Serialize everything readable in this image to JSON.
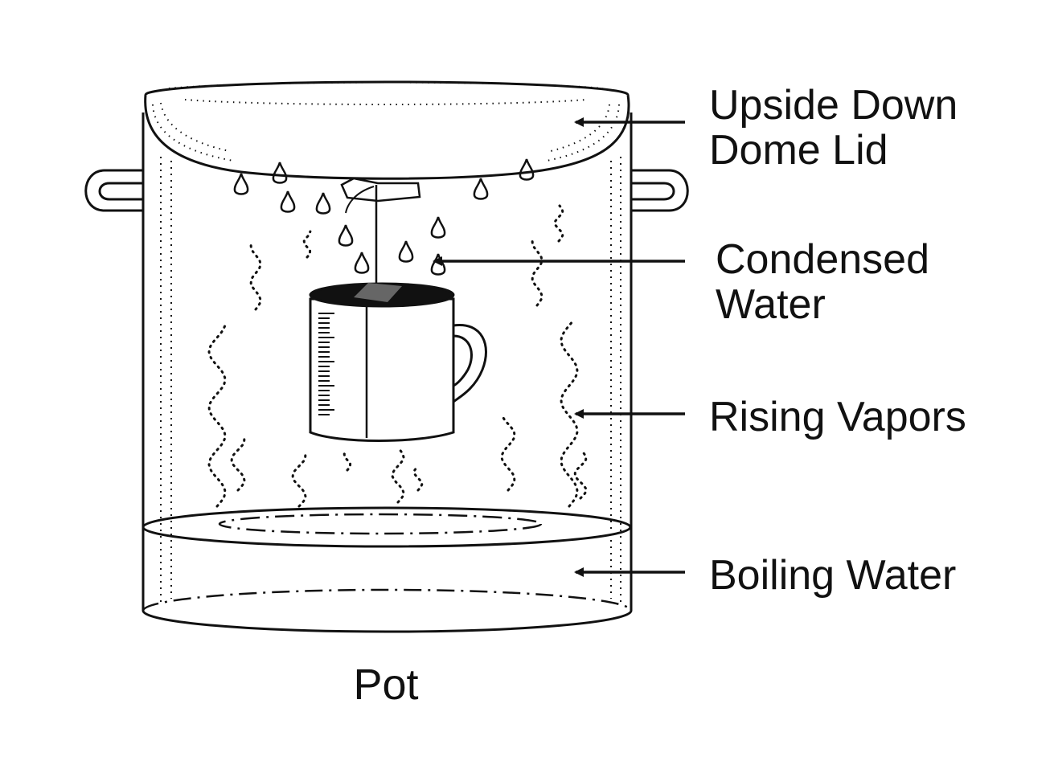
{
  "labels": {
    "lid": [
      "Upside Down",
      "Dome Lid"
    ],
    "condensed": [
      "Condensed",
      "Water"
    ],
    "vapors": "Rising Vapors",
    "boiling": "Boiling Water"
  },
  "caption": "Pot",
  "colors": {
    "ink": "#111111",
    "background": "#ffffff"
  },
  "icons": [
    "pot",
    "dome-lid",
    "mug",
    "water-droplet",
    "vapor",
    "arrow"
  ]
}
